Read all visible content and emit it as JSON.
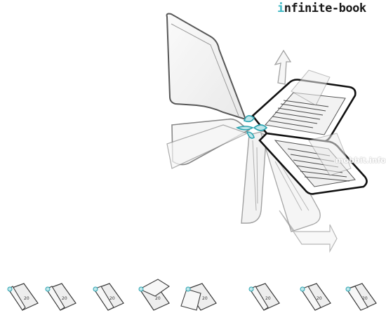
{
  "header": {
    "title_accent": "i",
    "title_rest": "nfinite-book"
  },
  "watermark": {
    "text": "mobbit.info"
  },
  "colors": {
    "accent": "#3fb8c4",
    "outline": "#3a3a3a",
    "panel_fill": "#f4f4f4"
  },
  "sequence": {
    "frame_count": 8,
    "frame_page_label": "20"
  }
}
